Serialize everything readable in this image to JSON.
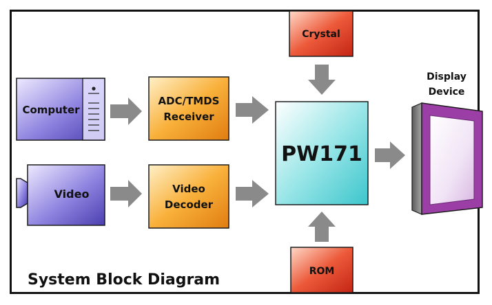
{
  "diagram": {
    "title": "System Block Diagram",
    "blocks": {
      "computer": "Computer",
      "video": "Video",
      "adc_tmds_line1": "ADC/TMDS",
      "adc_tmds_line2": "Receiver",
      "video_decoder_line1": "Video",
      "video_decoder_line2": "Decoder",
      "crystal": "Crystal",
      "pw171": "PW171",
      "rom": "ROM",
      "display_line1": "Display",
      "display_line2": "Device"
    },
    "colors": {
      "source_block": "#7b6fd6",
      "processing_block": "#f7a326",
      "clock_rom_block": "#e0402a",
      "controller_block": "#5ed3d6",
      "display_frame": "#9b3fa6",
      "arrow": "#8a8a8a"
    }
  }
}
